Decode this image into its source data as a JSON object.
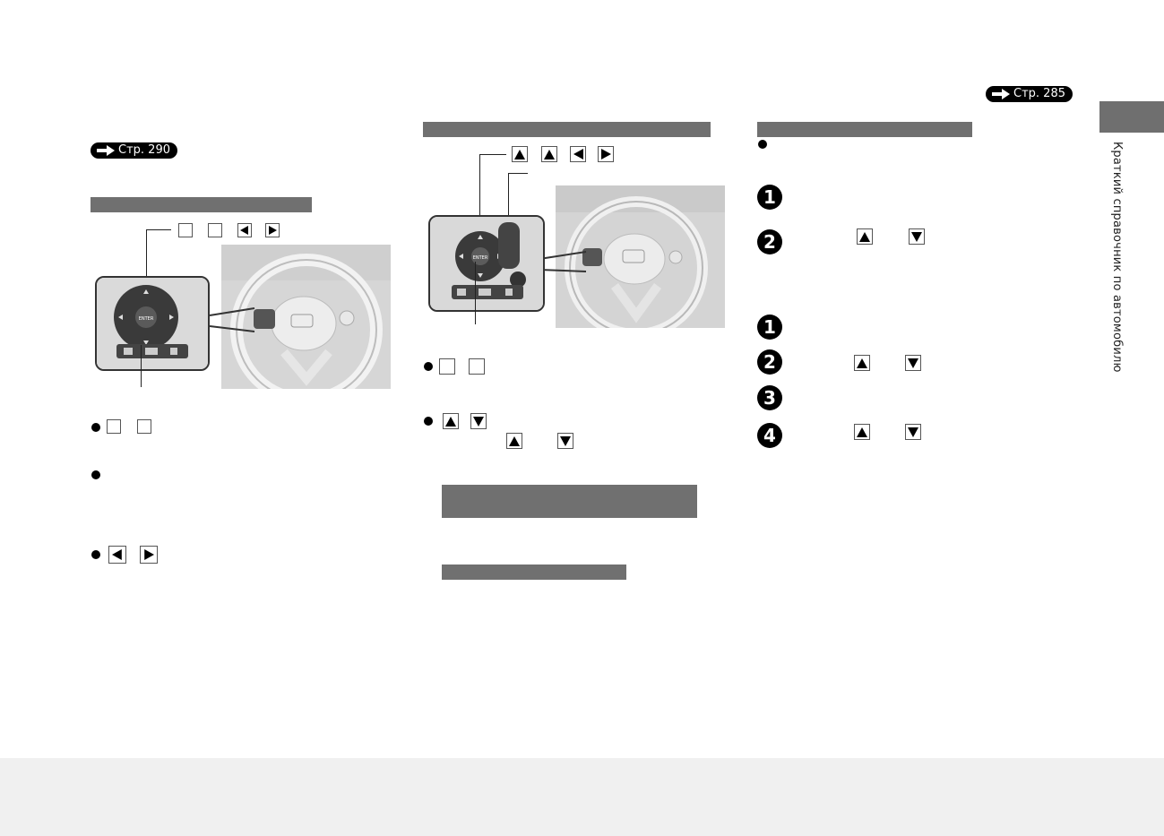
{
  "page": {
    "ref_top_right": "Стр. 285",
    "ref_left": "Стр. 290",
    "sidebar_title": "Краткий справочник по автомобилю"
  },
  "colors": {
    "bar": "#707070",
    "pill": "#000000",
    "bottom_band": "#f0f0f0"
  },
  "icons": {
    "arrow_right": "arrow-right-icon",
    "up": "triangle-up-icon",
    "down": "triangle-down-icon",
    "left": "triangle-left-icon",
    "right": "triangle-right-icon",
    "bullet": "bullet-icon"
  },
  "steps": {
    "n1": "1",
    "n2": "2",
    "n3": "3",
    "n4": "4"
  },
  "illustration": {
    "enter_label": "ENTER"
  }
}
